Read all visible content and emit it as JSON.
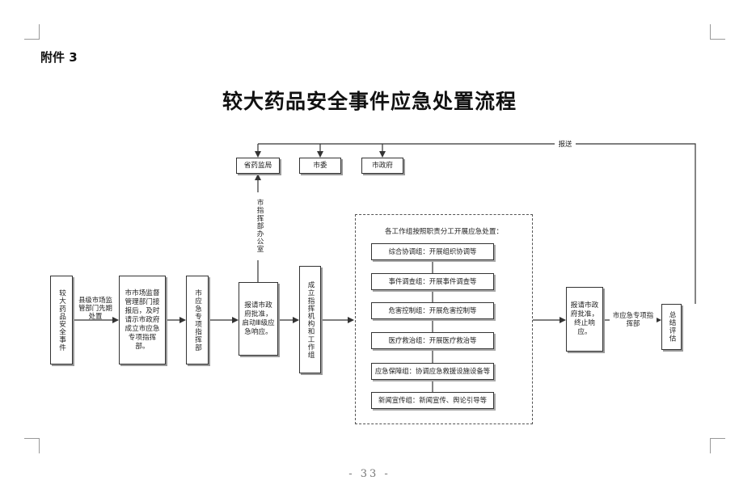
{
  "attachment_label": "附件 3",
  "title": "较大药品安全事件应急处置流程",
  "page_number": "- 33 -",
  "nodes": {
    "incident": "较大药品安全事件",
    "county_label": "县级市场监管部门先期处置",
    "market_dept": "市市场监督管理部门接报后，及时请示市政府成立市应急专项指挥部。",
    "command_hq": "市应急专项指挥部",
    "gov_approve_start": "报请市政府批准，启动Ⅲ级应急响应。",
    "hq_office_label": "市指挥部办公室",
    "form_groups": "成立指挥机构和工作组",
    "gov_approve_end": "报请市政府批准，终止响应。",
    "hq_after_label": "市应急专项指挥部",
    "summary": "总结评估",
    "report_label": "报送"
  },
  "top_boxes": [
    "省药监局",
    "市委",
    "市政府"
  ],
  "groups_header": "各工作组按照职责分工开展应急处置：",
  "groups": [
    "综合协调组：开展组织协调等",
    "事件调查组：开展事件调查等",
    "危害控制组：开展危害控制等",
    "医疗救治组：开展医疗救治等",
    "应急保障组：协调应急救援设施设备等",
    "新闻宣传组：新闻宣传、舆论引导等"
  ]
}
